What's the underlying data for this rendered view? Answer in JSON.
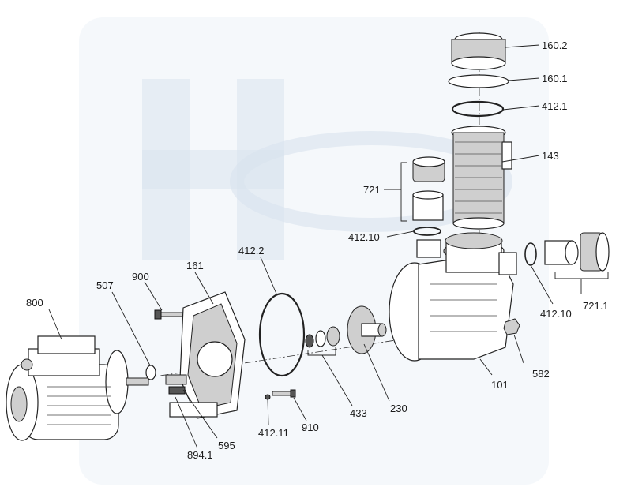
{
  "diagram": {
    "kind": "exploded-parts-view",
    "subject": "pool pump",
    "watermark_icon": "h2o-piscinas-logo",
    "labels": {
      "p160_2": "160.2",
      "p160_1": "160.1",
      "p412_1": "412.1",
      "p143": "143",
      "p721": "721",
      "p412_10a": "412.10",
      "p412_10b": "412.10",
      "p721_1": "721.1",
      "p101": "101",
      "p582": "582",
      "p230": "230",
      "p433": "433",
      "p412_2": "412.2",
      "p161": "161",
      "p900": "900",
      "p507": "507",
      "p800": "800",
      "p910": "910",
      "p412_11": "412.11",
      "p595": "595",
      "p894_1": "894.1"
    }
  }
}
